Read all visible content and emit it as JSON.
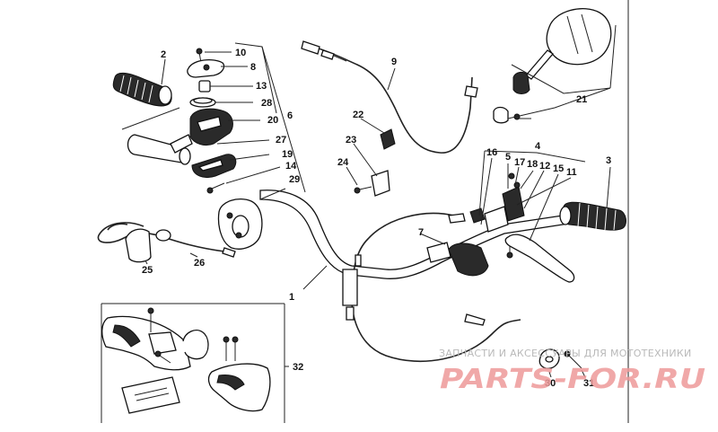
{
  "diagram": {
    "callouts": {
      "c1": "1",
      "c2": "2",
      "c3": "3",
      "c4": "4",
      "c5": "5",
      "c6": "6",
      "c7": "7",
      "c8": "8",
      "c9": "9",
      "c10": "10",
      "c11": "11",
      "c12": "12",
      "c13": "13",
      "c14": "14",
      "c15": "15",
      "c16": "16",
      "c17": "17",
      "c18": "18",
      "c19": "19",
      "c20": "20",
      "c21": "21",
      "c22": "22",
      "c23": "23",
      "c24": "24",
      "c25": "25",
      "c26": "26",
      "c27": "27",
      "c28": "28",
      "c29": "29",
      "c30": "30",
      "c31": "31",
      "c32": "32"
    }
  },
  "watermark": {
    "tagline": "ЗАПЧАСТИ И АКСЕССУАРЫ ДЛЯ МОТОТЕХНИКИ",
    "logo": "PARTS-FOR.RU"
  },
  "colors": {
    "ink": "#111111",
    "watermark_logo": "#ee9a9a",
    "watermark_text": "#b9b9b9"
  }
}
